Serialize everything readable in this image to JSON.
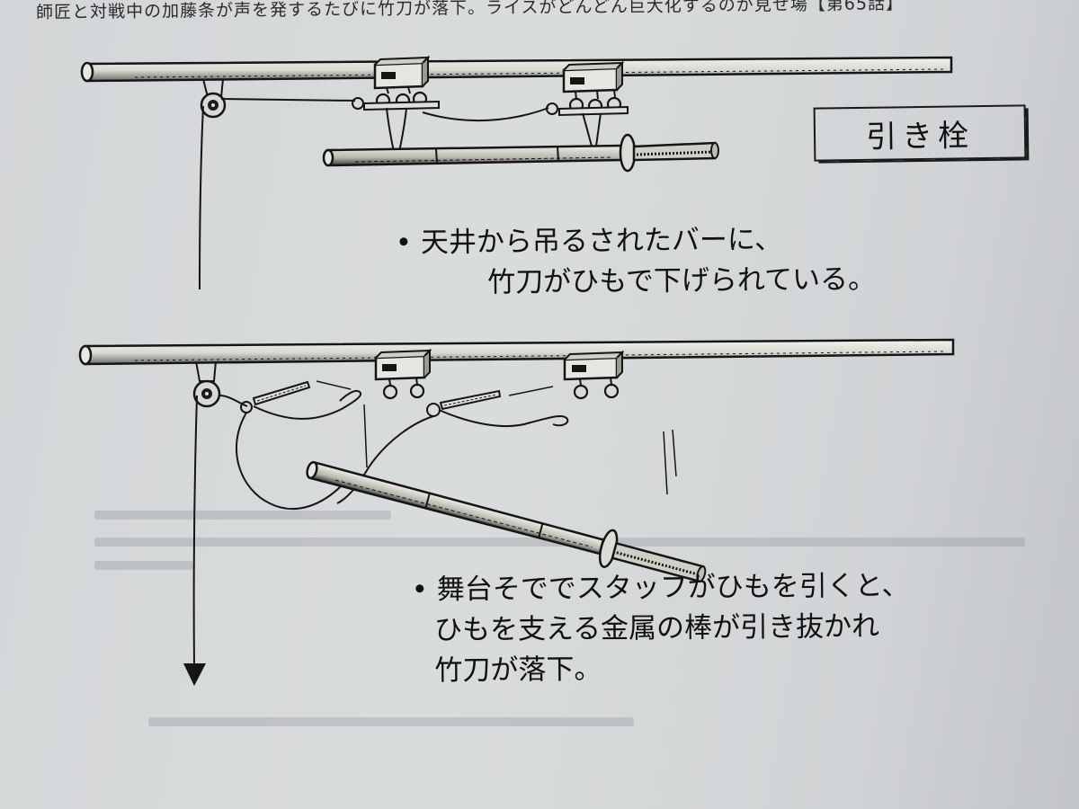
{
  "caption_top": "師匠と対戦中の加藤条が声を発するたびに竹刀が落下。ライスがどんどん巨大化するのが見せ場【第65話】",
  "title": "引き栓",
  "bullet1": {
    "marker": "•",
    "lines": [
      "天井から吊るされたバーに、",
      "竹刀がひもで下げられている。"
    ]
  },
  "bullet2": {
    "marker": "•",
    "lines": [
      "舞台そででスタッフがひもを引くと、",
      "ひもを支える金属の棒が引き抜かれ",
      "竹刀が落下。"
    ]
  },
  "colors": {
    "ink": "#151515",
    "paper": "#d6d9da"
  },
  "icons": {
    "pull_direction": "down-arrow-icon",
    "pulley": "pulley-icon",
    "mount_block": "mount-block-icon",
    "bamboo_sword": "bamboo-sword-icon"
  }
}
